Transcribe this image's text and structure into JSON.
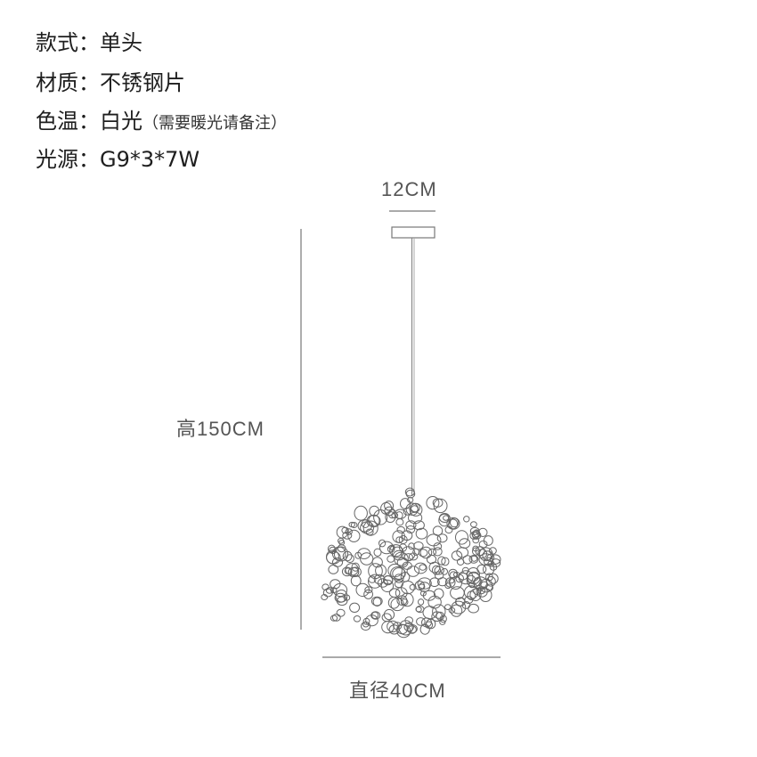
{
  "specs": [
    {
      "label": "款式：",
      "value": "单头",
      "note": ""
    },
    {
      "label": "材质：",
      "value": "不锈钢片",
      "note": ""
    },
    {
      "label": "色温：",
      "value": "白光",
      "note": "（需要暖光请备注）"
    },
    {
      "label": "光源：",
      "value": "G9*3*7W",
      "note": ""
    }
  ],
  "dimensions": {
    "canopy_width": "12CM",
    "height": "高150CM",
    "diameter": "直径40CM"
  },
  "colors": {
    "line": "#888888",
    "text": "#1e1e1e",
    "dim_text": "#555555"
  }
}
